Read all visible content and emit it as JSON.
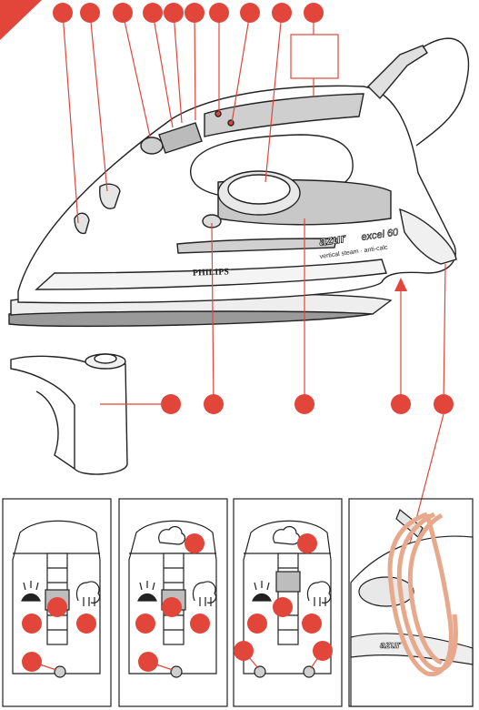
{
  "product": {
    "brand": "PHILIPS",
    "model_name": "azur",
    "model_number": "excel 60",
    "tagline": "vertical steam · anti-calc"
  },
  "callouts": {
    "count_top": 9,
    "count_side": 5,
    "color": "#e2453a"
  },
  "panels": [
    {
      "id": "panel-1",
      "top_icon": false,
      "dots": [
        "left",
        "center",
        "right"
      ],
      "lights": [
        "bottom-left"
      ]
    },
    {
      "id": "panel-2",
      "top_icon": true,
      "dots": [
        "left",
        "center",
        "right"
      ],
      "lights": [
        "bottom-left"
      ]
    },
    {
      "id": "panel-3",
      "top_icon": true,
      "dots": [
        "left",
        "center",
        "right"
      ],
      "lights": [
        "bottom-left",
        "bottom-right"
      ]
    },
    {
      "id": "panel-4",
      "top_icon": false,
      "dots": [],
      "lights": [],
      "content": "cord-wrap"
    }
  ],
  "colors": {
    "accent": "#e2453a",
    "outline": "#222222",
    "grey_fill": "#bdbdbd",
    "light_grey": "#e6e6e6",
    "cord": "#e7a88c"
  }
}
